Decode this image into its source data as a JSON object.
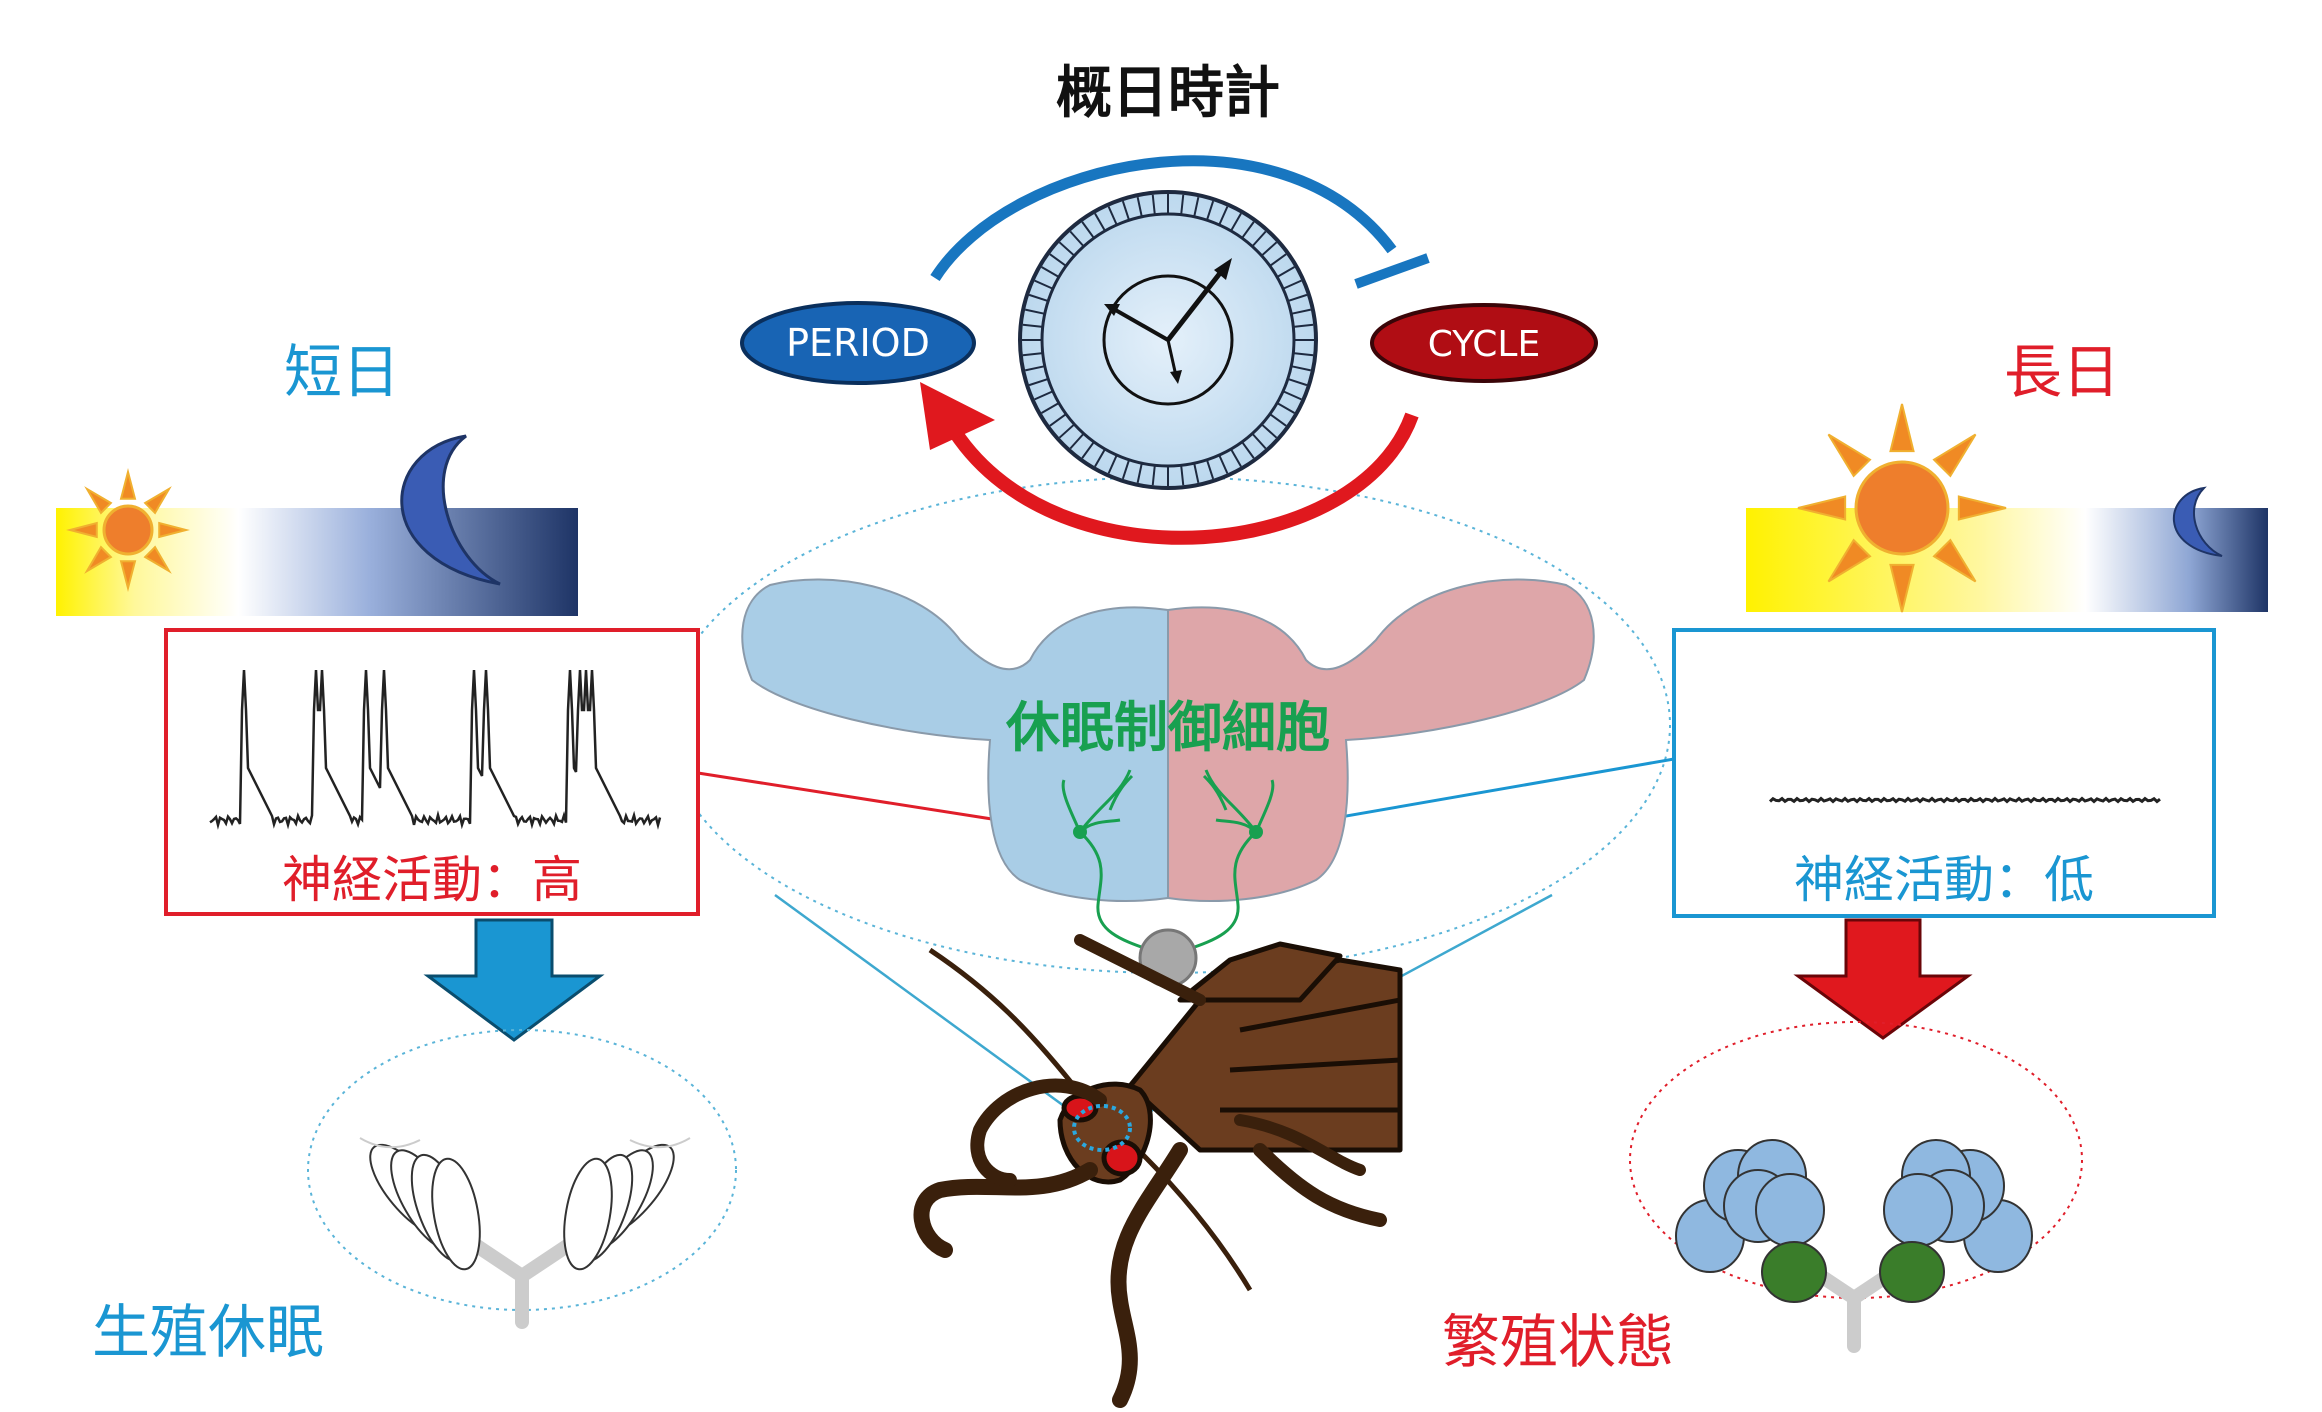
{
  "clock": {
    "title": "概日時計",
    "left_gene": "PERIOD",
    "right_gene": "CYCLE"
  },
  "short_day": {
    "label": "短日",
    "activity_label": "神経活動：高",
    "outcome_label": "生殖休眠"
  },
  "long_day": {
    "label": "長日",
    "activity_label": "神経活動：低",
    "outcome_label": "繁殖状態"
  },
  "brain": {
    "cell_label": "休眠制御細胞"
  },
  "colors": {
    "short_day": "#1a96d2",
    "long_day": "#e01e2a",
    "period_fill": "#1864b4",
    "cycle_fill": "#b00d14",
    "cell_green": "#18a050",
    "brain_left": "#a9cde6",
    "brain_right": "#dea6a9",
    "insect_body": "#6b3d1f",
    "egg_blue": "#8fb8e0",
    "egg_green": "#3a7d2a"
  }
}
